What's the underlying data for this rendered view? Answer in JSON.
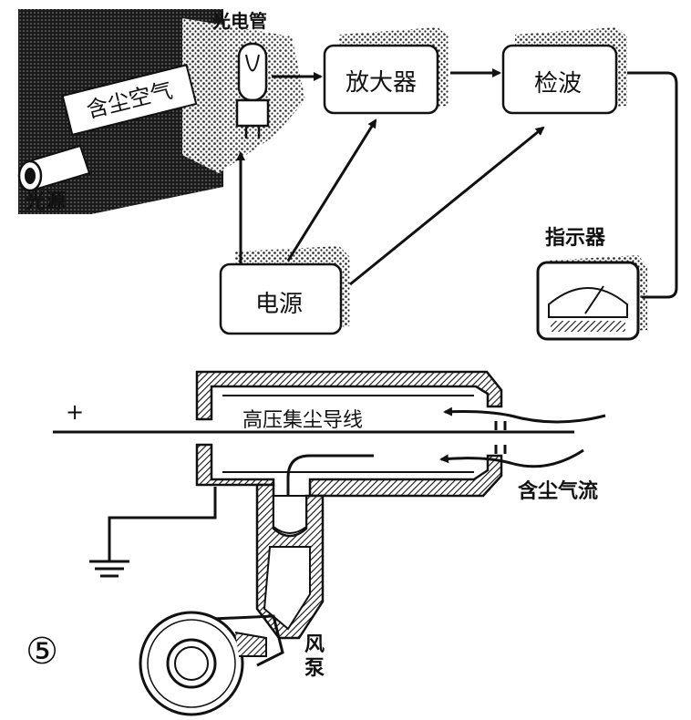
{
  "top": {
    "dusty_air_label": "含尘空气",
    "light_source_label": "光源",
    "phototube_label": "光电管",
    "amplifier_label": "放大器",
    "detector_label": "检波",
    "indicator_label": "指示器",
    "power_supply_label": "电源"
  },
  "bottom": {
    "plus_sign": "+",
    "wire_label": "高压集尘导线",
    "airflow_label": "含尘气流",
    "fan_label_1": "风",
    "fan_label_2": "泵",
    "figure_number": "⑤"
  }
}
